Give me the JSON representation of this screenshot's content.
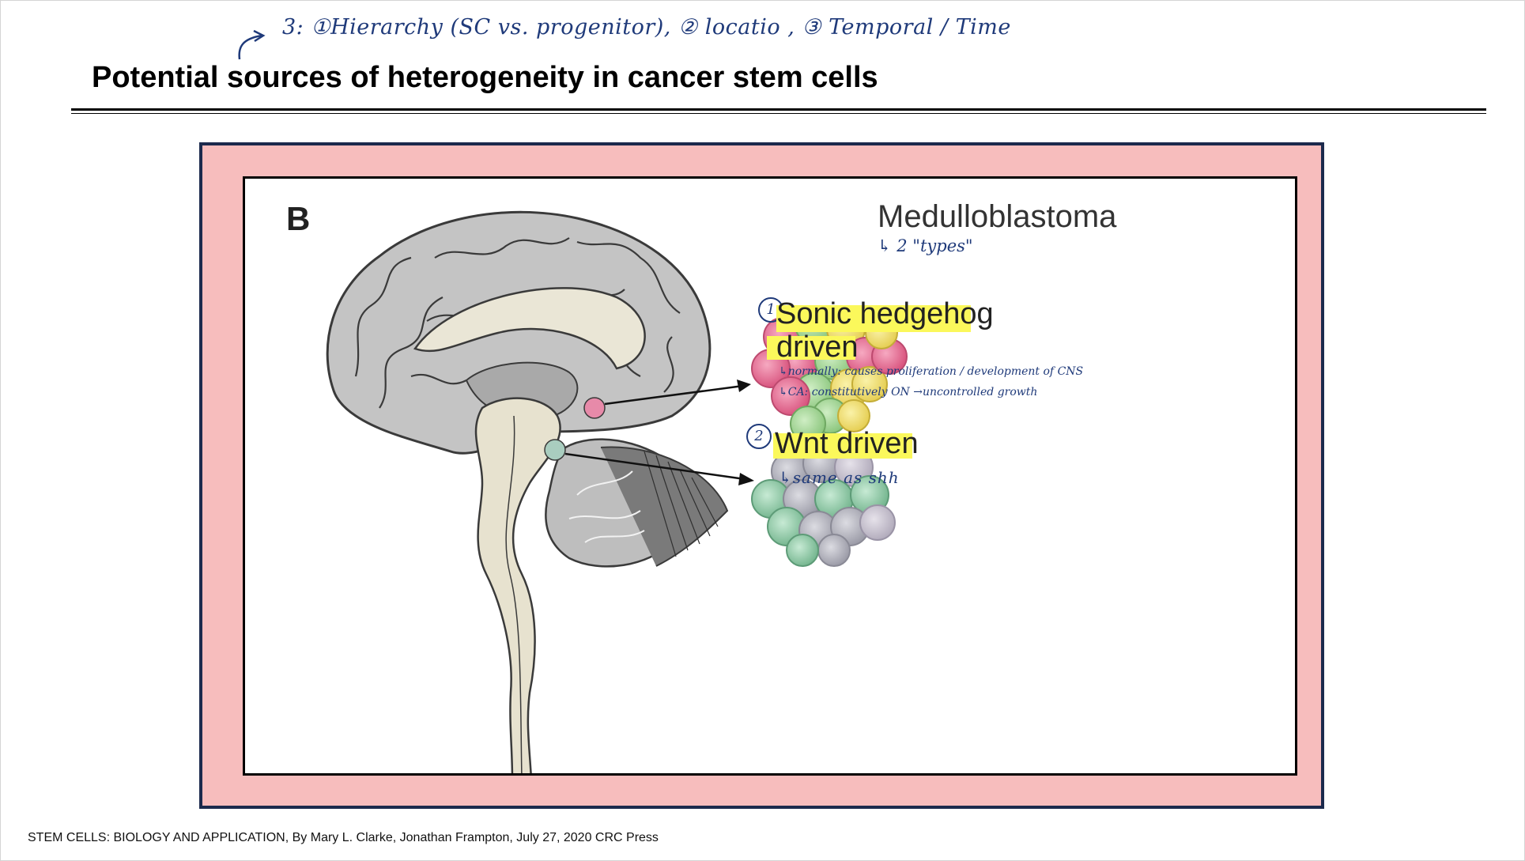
{
  "slide": {
    "title": "Potential sources of heterogeneity in cancer stem cells",
    "handwritten_header": "3: ①Hierarchy (SC vs. progenitor), ② locatio , ③ Temporal / Time",
    "footer": "STEM CELLS: BIOLOGY AND APPLICATION, By Mary L. Clarke, Jonathan Frampton, July 27, 2020 CRC Press"
  },
  "figure": {
    "panel_label": "B",
    "heading": "Medulloblastoma",
    "heading_note": "↳ 2 \"types\"",
    "types": [
      {
        "number": "1",
        "label_line1": "Sonic hedgehog",
        "label_line2": "driven",
        "notes": [
          "↳normally: causes proliferation / development of CNS",
          "↳CA: constitutively ON →uncontrolled growth"
        ]
      },
      {
        "number": "2",
        "label_line1": "Wnt driven",
        "notes": [
          "↳same as shh"
        ]
      }
    ]
  },
  "colors": {
    "frame_fill": "#f7bdbd",
    "frame_border": "#1c2a4d",
    "highlight": "#fbf85b",
    "ink": "#1f3a7a",
    "shh_cells": [
      "#e2668e",
      "#a8d89a",
      "#f0e27a"
    ],
    "wnt_cells": [
      "#8cc6a2",
      "#b0b0b8",
      "#c7c3cf"
    ]
  },
  "icons": [
    "curved-arrow-icon",
    "brain-sagittal-illustration",
    "tumor-cell-cluster-icon",
    "pointer-arrow-icon"
  ]
}
